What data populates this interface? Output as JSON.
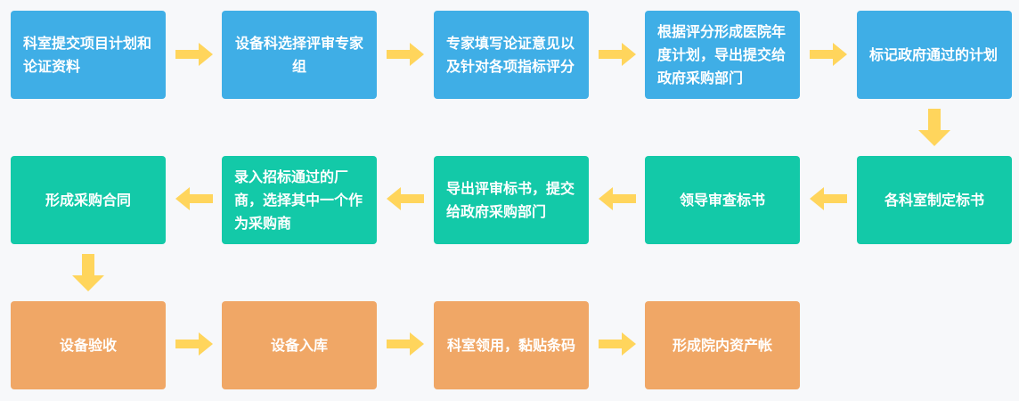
{
  "steps": {
    "s1": "科室提交项目计划和论证资料",
    "s2": "设备科选择评审专家组",
    "s3": "专家填写论证意见以及针对各项指标评分",
    "s4": "根据评分形成医院年度计划，导出提交给政府采购部门",
    "s5": "标记政府通过的计划",
    "s6": "各科室制定标书",
    "s7": "领导审查标书",
    "s8": "导出评审标书，提交给政府采购部门",
    "s9": "录入招标通过的厂商，选择其中一个作为采购商",
    "s10": "形成采购合同",
    "s11": "设备验收",
    "s12": "设备入库",
    "s13": "科室领用，黏贴条码",
    "s14": "形成院内资产帐"
  },
  "colors": {
    "row1": "#3faee6",
    "row2": "#13c9a8",
    "row3": "#f0a766",
    "arrow": "#ffd55c"
  }
}
